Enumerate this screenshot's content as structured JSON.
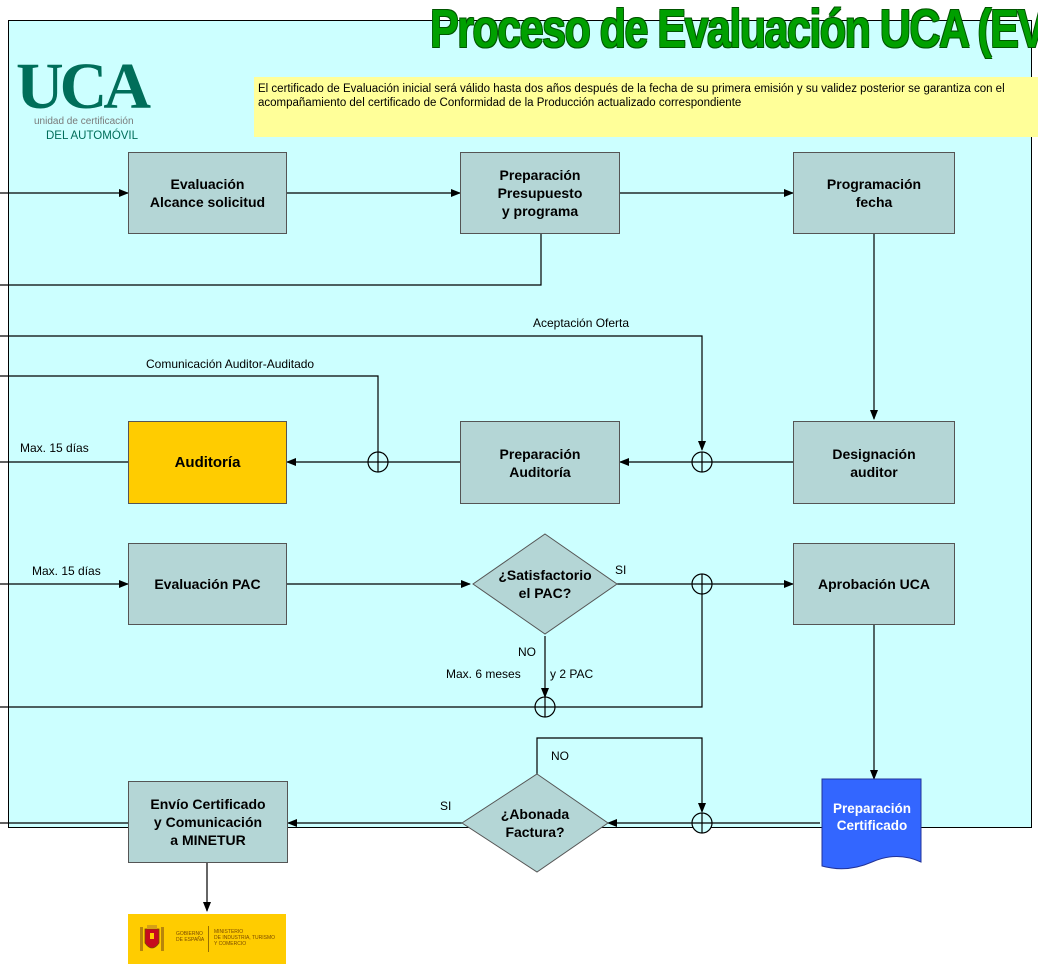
{
  "title": "Proceso de Evaluación UCA (EVI)",
  "note": "El certificado de Evaluación inicial será válido hasta dos años después de la fecha de su primera emisión y su validez posterior se garantiza con el acompañamiento del certificado de Conformidad de la Producción actualizado correspondiente",
  "logo": {
    "mark": "UCA",
    "line1": "unidad de certificación",
    "line2": "DEL AUTOMÓVIL"
  },
  "boxes": {
    "evaluacion_alcance": "Evaluación\nAlcance solicitud",
    "preparacion_presupuesto": "Preparación\nPresupuesto\ny programa",
    "programacion_fecha": "Programación\nfecha",
    "auditoria": "Auditoría",
    "preparacion_auditoria": "Preparación\nAuditoría",
    "designacion_auditor": "Designación\nauditor",
    "evaluacion_pac": "Evaluación PAC",
    "aprobacion_uca": "Aprobación UCA",
    "envio_certificado": "Envío Certificado\ny Comunicación\na MINETUR",
    "preparacion_certificado": "Preparación\nCertificado"
  },
  "decisions": {
    "satisfactorio": "¿Satisfactorio\nel PAC?",
    "abonada": "¿Abonada\nFactura?"
  },
  "labels": {
    "aceptacion_oferta": "Aceptación Oferta",
    "comunicacion": "Comunicación Auditor-Auditado",
    "max15_auditoria": "Max. 15 días",
    "max15_pac": "Max. 15 días",
    "si_pac": "SI",
    "no_pac": "NO",
    "max6": "Max. 6 meses",
    "y2pac": "y 2 PAC",
    "no_factura": "NO",
    "si_factura": "SI"
  },
  "government": {
    "line1": "GOBIERNO\nDE ESPAÑA",
    "line2": "MINISTERIO\nDE INDUSTRIA, TURISMO\nY COMERCIO"
  },
  "colors": {
    "background": "#ccffff",
    "box": "#b4d6d6",
    "auditoria": "#ffcc00",
    "certificado": "#3366ff",
    "title": "#00a000",
    "note": "#ffff99"
  }
}
